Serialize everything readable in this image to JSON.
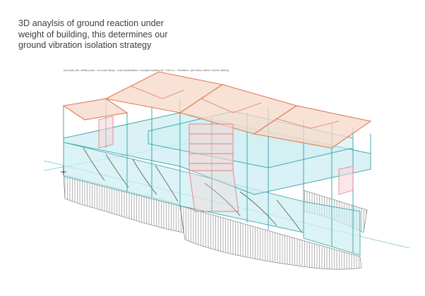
{
  "caption": {
    "line1": "3D anaylsis of ground reaction under",
    "line2": "weight of building, this determines our",
    "line3": "ground vibration isolation strategy"
  },
  "model_header": "Eurocode (DK, British) code : 1st order theory : Load combinations : Acoustic Isolation DL + 30% LL : Reactions : [kN, kN/m, kN/m2, kN/m3, kN/m2]",
  "colors": {
    "caption_text": "#3d3d3d",
    "structure": "#3fa8b0",
    "slab_fill": "#cdeef1",
    "roof": "#e07b55",
    "roof_fill": "#f6d8c8",
    "core": "#e07f86",
    "core_fill": "#f7d3d5",
    "hatch": "#555555",
    "axis": "#4fb8c4"
  },
  "icons": {
    "global_axes": "xyz-axes-icon"
  }
}
